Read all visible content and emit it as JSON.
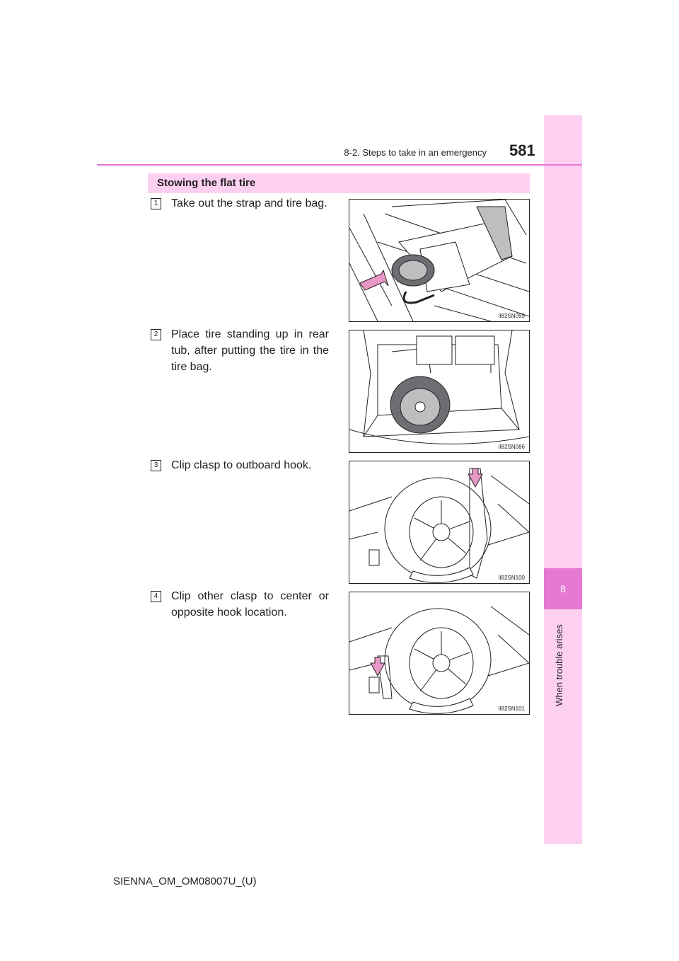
{
  "header": {
    "section": "8-2. Steps to take in an emergency",
    "page_number": "581"
  },
  "side_tab": {
    "chapter_number": "8",
    "chapter_label": "When trouble arises"
  },
  "section_title": "Stowing the flat tire",
  "steps": [
    {
      "number": "1",
      "text": "Take out the strap and tire bag.",
      "figure_code": "II82SN099"
    },
    {
      "number": "2",
      "text": "Place tire standing up in rear tub, after putting the tire in the tire bag.",
      "figure_code": "II82SN086"
    },
    {
      "number": "3",
      "text": "Clip clasp to outboard hook.",
      "figure_code": "II82SN100"
    },
    {
      "number": "4",
      "text": "Clip other clasp to center or opposite hook location.",
      "figure_code": "II82SN101"
    }
  ],
  "footer": "SIENNA_OM_OM08007U_(U)",
  "colors": {
    "accent": "#e67ad2",
    "tab": "#fdd0f2"
  }
}
